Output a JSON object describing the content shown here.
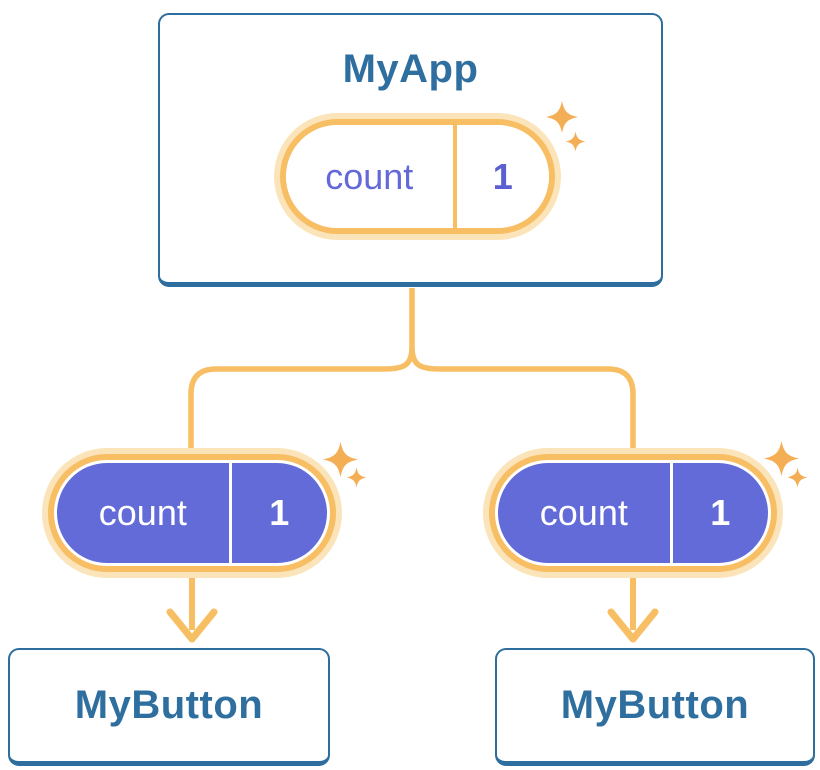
{
  "background": "#ffffff",
  "colors": {
    "card_border": "#2d6e9e",
    "card_text": "#2f6f9f",
    "pill_halo": "#fbe4ba",
    "pill_ring": "#f8be64",
    "pill_fill": "#626bd8",
    "pill_text_purple": "#6469d9",
    "pill_value_purple": "#5a60d2",
    "pill_text_white": "#ffffff",
    "connector": "#f8be64",
    "sparkle": "#f4ae55"
  },
  "root": {
    "title": "MyApp",
    "state": {
      "name": "count",
      "value": "1"
    }
  },
  "children": [
    {
      "title": "MyButton",
      "prop": {
        "name": "count",
        "value": "1"
      }
    },
    {
      "title": "MyButton",
      "prop": {
        "name": "count",
        "value": "1"
      }
    }
  ]
}
